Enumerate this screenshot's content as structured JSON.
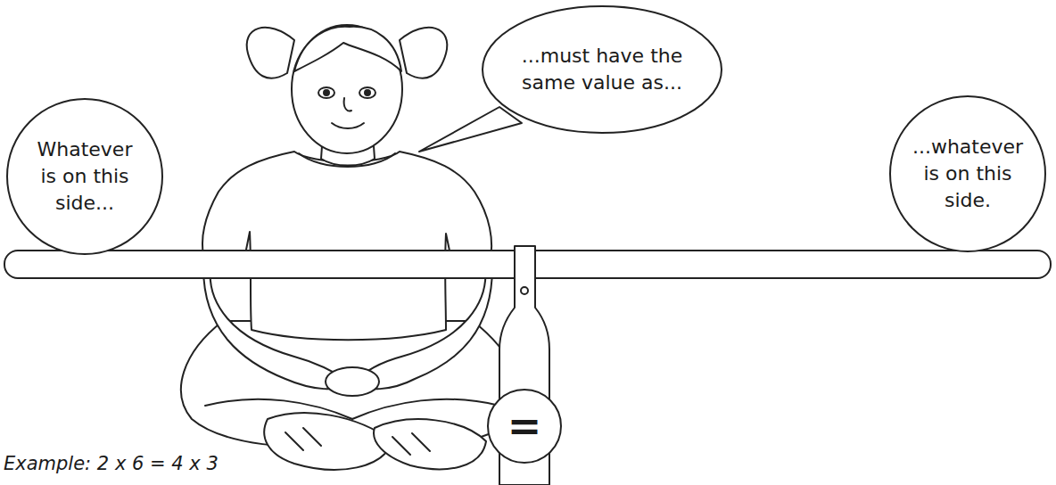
{
  "diagram": {
    "nodes": [
      {
        "text": [
          "Whatever is on this side..."
        ]
      },
      {
        "text": [
          "...must have the same value as..."
        ]
      },
      {
        "text": [
          "...whatever is on this side."
        ]
      },
      {
        "text": [
          "="
        ]
      }
    ],
    "labels": [
      "Example: 2 x 6 = 4 x 3"
    ]
  }
}
